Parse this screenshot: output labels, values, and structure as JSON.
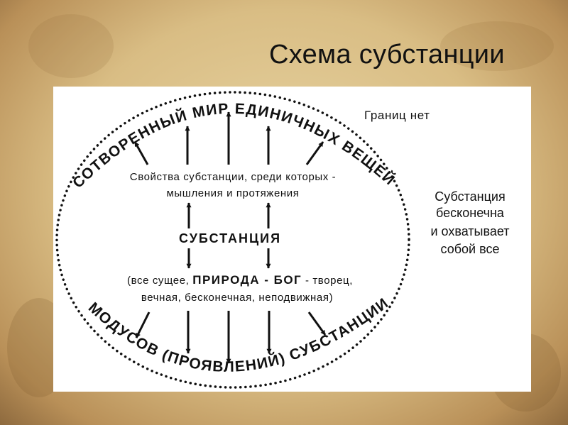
{
  "title": "Схема субстанции",
  "diagram": {
    "top_arc": "СОТВОРЕННЫЙ МИР ЕДИНИЧНЫХ ВЕЩЕЙ",
    "bottom_arc": "МОДУСОВ (ПРОЯВЛЕНИЙ) СУБСТАНЦИИ",
    "properties_line1": "Свойства субстанции, среди которых -",
    "properties_line2": "мышления и протяжения",
    "substance": "СУБСТАНЦИЯ",
    "nature_line1_a": "(все сущее, ",
    "nature_line1_b": "ПРИРОДА - БОГ",
    "nature_line1_c": " - творец,",
    "nature_line2": "вечная, бесконечная, неподвижная)",
    "no_boundaries": "Границ нет",
    "note_line1": "Субстанция",
    "note_line2": "бесконечна",
    "note_line3": "и охватывает",
    "note_line4": "собой все"
  }
}
